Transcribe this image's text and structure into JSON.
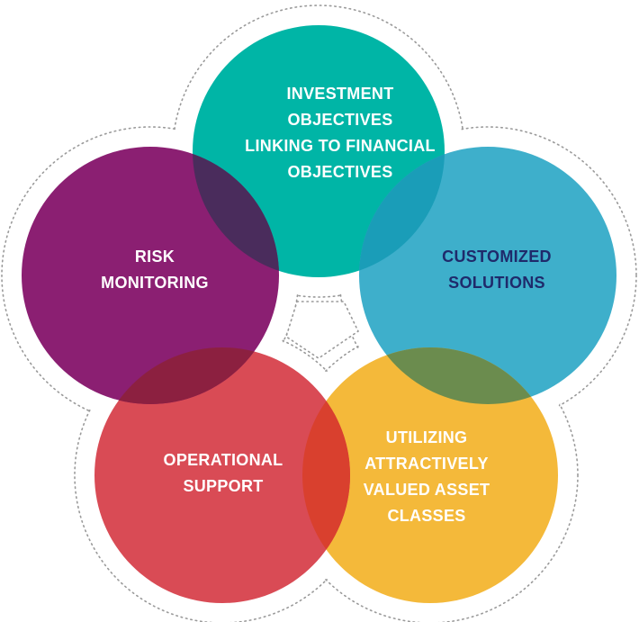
{
  "diagram": {
    "circles": [
      {
        "id": "investment",
        "lines": [
          "INVESTMENT",
          "OBJECTIVES",
          "LINKING TO FINANCIAL",
          "OBJECTIVES"
        ],
        "color": "#00B5A6",
        "text_color": "#ffffff"
      },
      {
        "id": "customized",
        "lines": [
          "CUSTOMIZED",
          "SOLUTIONS"
        ],
        "color": "#3EAFCB",
        "text_color": "#1F2A6B"
      },
      {
        "id": "utilizing",
        "lines": [
          "UTILIZING",
          "ATTRACTIVELY",
          "VALUED ASSET",
          "CLASSES"
        ],
        "color": "#F4B93A",
        "text_color": "#ffffff"
      },
      {
        "id": "operational",
        "lines": [
          "OPERATIONAL",
          "SUPPORT"
        ],
        "color": "#D94B55",
        "text_color": "#ffffff"
      },
      {
        "id": "risk",
        "lines": [
          "RISK",
          "MONITORING"
        ],
        "color": "#8B1F72",
        "text_color": "#ffffff"
      }
    ],
    "overlap_colors": {
      "investment_risk": "#4A2C5C",
      "investment_customized": "#1A9DB8",
      "customized_utilizing": "#6B8C4E",
      "utilizing_operational": "#D9402E",
      "operational_risk": "#8C2040"
    },
    "outline_color": "#9A9A9A"
  }
}
